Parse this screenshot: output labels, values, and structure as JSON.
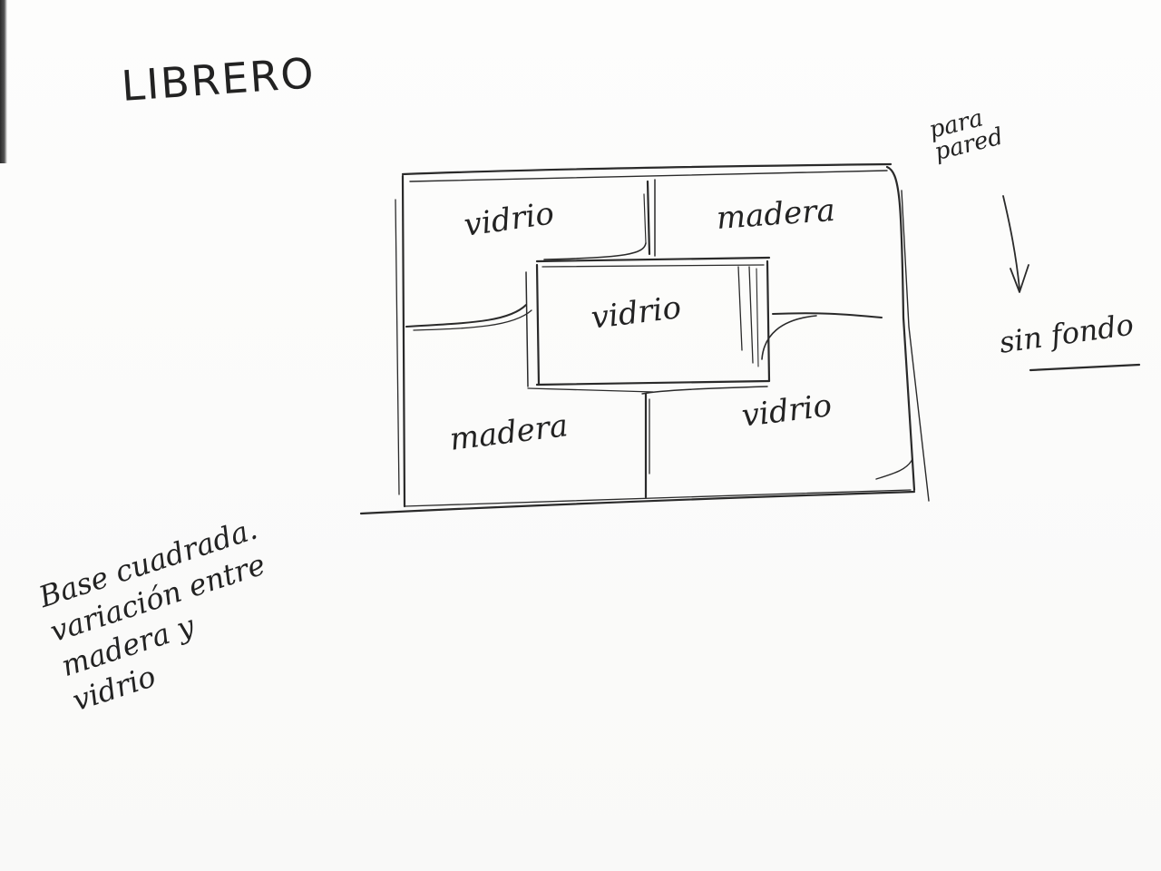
{
  "title": "LIBRERO",
  "cells": {
    "top_left": "vidrio",
    "top_right": "madera",
    "center": "vidrio",
    "bottom_left": "madera",
    "bottom_right": "vidrio"
  },
  "side_note": "para\npared",
  "side_note_result": "sin fondo",
  "bottom_note": "Base cuadrada.\nvariación entre\nmadera y\nvidrio",
  "ink_color": "#222222"
}
